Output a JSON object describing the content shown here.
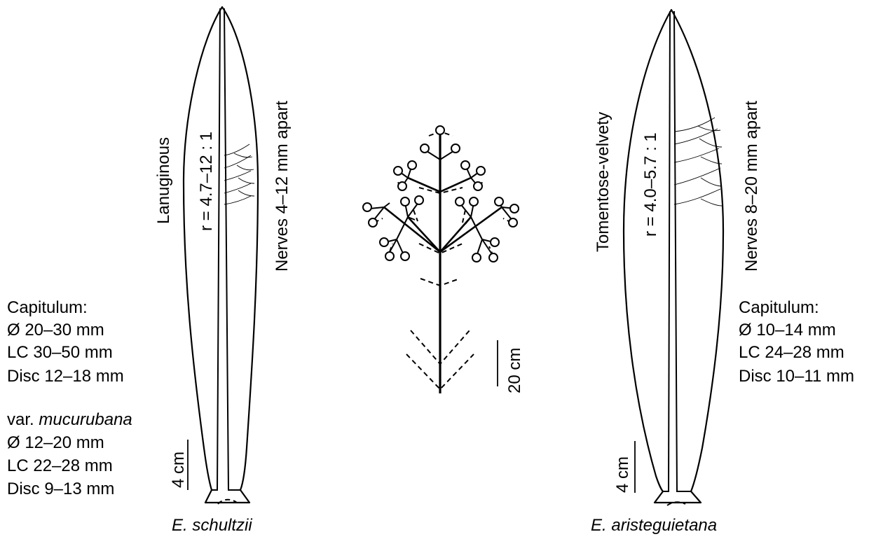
{
  "species": [
    {
      "id": "schultzii",
      "name": "E. schultzii",
      "indumentum": "Lanuginous",
      "ratio": "r = 4.7–12 : 1",
      "nerves": "Nerves 4–12 mm apart",
      "scale": "4 cm",
      "capitulum": {
        "title": "Capitulum:",
        "lines": [
          "Ø 20–30 mm",
          "LC 30–50 mm",
          "Disc 12–18 mm"
        ]
      },
      "variety": {
        "prefix": "var. ",
        "name": "mucurubana",
        "lines": [
          "Ø 12–20 mm",
          "LC 22–28 mm",
          "Disc 9–13 mm"
        ]
      }
    },
    {
      "id": "aristeguietana",
      "name": "E. aristeguietana",
      "indumentum": "Tomentose-velvety",
      "ratio": "r = 4.0–5.7 : 1",
      "nerves": "Nerves 8–20 mm apart",
      "scale": "4 cm",
      "capitulum": {
        "title": "Capitulum:",
        "lines": [
          "Ø 10–14 mm",
          "LC 24–28 mm",
          "Disc 10–11 mm"
        ]
      }
    }
  ],
  "inflorescence": {
    "scale": "20 cm"
  }
}
